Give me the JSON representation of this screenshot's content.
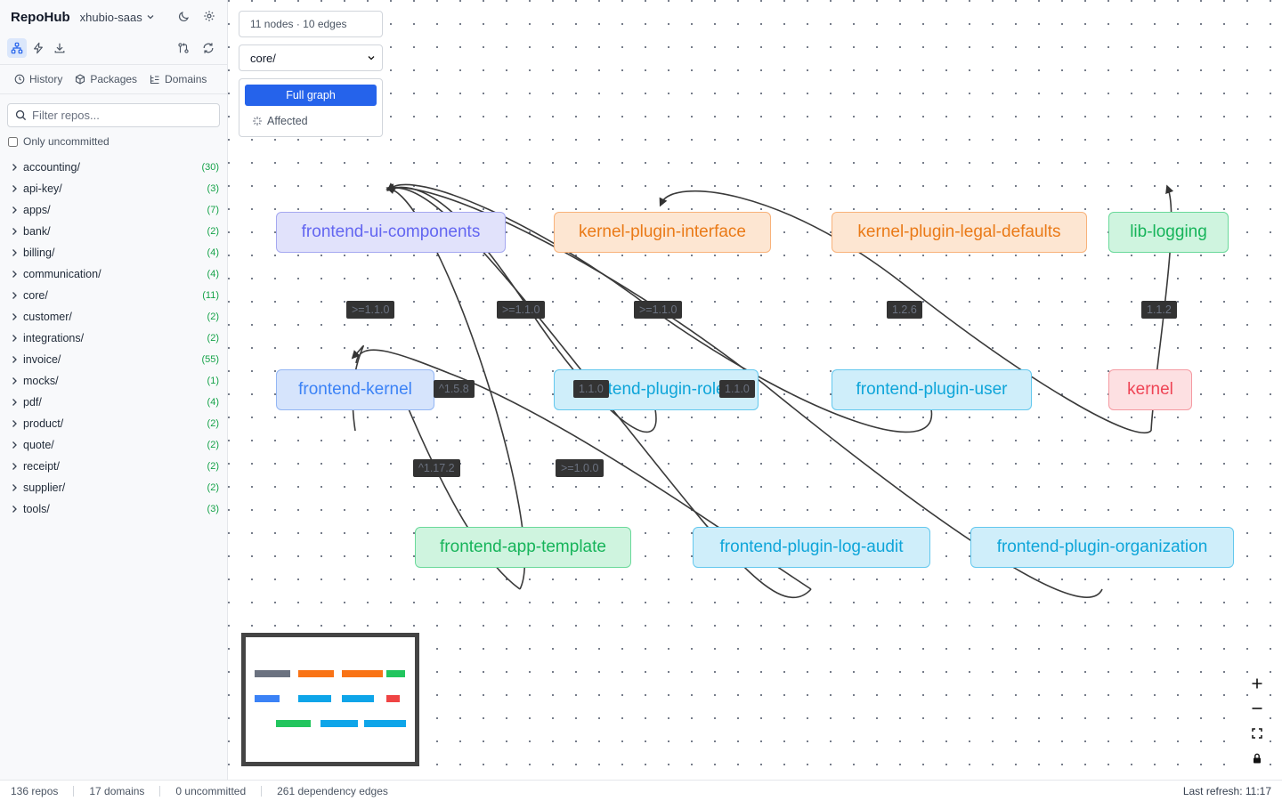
{
  "app": {
    "brand": "RepoHub",
    "workspace": "xhubio-saas"
  },
  "nav": {
    "history": "History",
    "packages": "Packages",
    "domains": "Domains"
  },
  "filter": {
    "placeholder": "Filter repos..."
  },
  "only_uncommitted": "Only uncommitted",
  "domains": [
    {
      "name": "accounting/",
      "count": "(30)"
    },
    {
      "name": "api-key/",
      "count": "(3)"
    },
    {
      "name": "apps/",
      "count": "(7)"
    },
    {
      "name": "bank/",
      "count": "(2)"
    },
    {
      "name": "billing/",
      "count": "(4)"
    },
    {
      "name": "communication/",
      "count": "(4)"
    },
    {
      "name": "core/",
      "count": "(11)"
    },
    {
      "name": "customer/",
      "count": "(2)"
    },
    {
      "name": "integrations/",
      "count": "(2)"
    },
    {
      "name": "invoice/",
      "count": "(55)"
    },
    {
      "name": "mocks/",
      "count": "(1)"
    },
    {
      "name": "pdf/",
      "count": "(4)"
    },
    {
      "name": "product/",
      "count": "(2)"
    },
    {
      "name": "quote/",
      "count": "(2)"
    },
    {
      "name": "receipt/",
      "count": "(2)"
    },
    {
      "name": "supplier/",
      "count": "(2)"
    },
    {
      "name": "tools/",
      "count": "(3)"
    }
  ],
  "graph": {
    "stats": "11 nodes · 10 edges",
    "selected_domain": "core/",
    "mode_full": "Full graph",
    "mode_affected": "Affected",
    "nodes": [
      {
        "id": "frontend-ui-components",
        "label": "frontend-ui-components",
        "color": "purple"
      },
      {
        "id": "kernel-plugin-interface",
        "label": "kernel-plugin-interface",
        "color": "orange"
      },
      {
        "id": "kernel-plugin-legal-defaults",
        "label": "kernel-plugin-legal-defaults",
        "color": "orange"
      },
      {
        "id": "lib-logging",
        "label": "lib-logging",
        "color": "green"
      },
      {
        "id": "frontend-kernel",
        "label": "frontend-kernel",
        "color": "blue"
      },
      {
        "id": "frontend-plugin-roles",
        "label": "frontend-plugin-roles",
        "color": "cyan"
      },
      {
        "id": "frontend-plugin-user",
        "label": "frontend-plugin-user",
        "color": "cyan"
      },
      {
        "id": "kernel",
        "label": "kernel",
        "color": "red"
      },
      {
        "id": "frontend-app-template",
        "label": "frontend-app-template",
        "color": "green"
      },
      {
        "id": "frontend-plugin-log-audit",
        "label": "frontend-plugin-log-audit",
        "color": "cyan"
      },
      {
        "id": "frontend-plugin-organization",
        "label": "frontend-plugin-organization",
        "color": "cyan"
      }
    ],
    "edge_labels": [
      ">=1.1.0",
      ">=1.1.0",
      ">=1.1.0",
      "1.2.6",
      "1.1.2",
      "^1.5.8",
      "1.1.0",
      "^1.17.2",
      ">=1.0.0",
      "1.1.0"
    ]
  },
  "status": {
    "repos": "136 repos",
    "domains": "17 domains",
    "uncommitted": "0 uncommitted",
    "edges": "261 dependency edges",
    "last_refresh": "Last refresh: 11:17"
  }
}
